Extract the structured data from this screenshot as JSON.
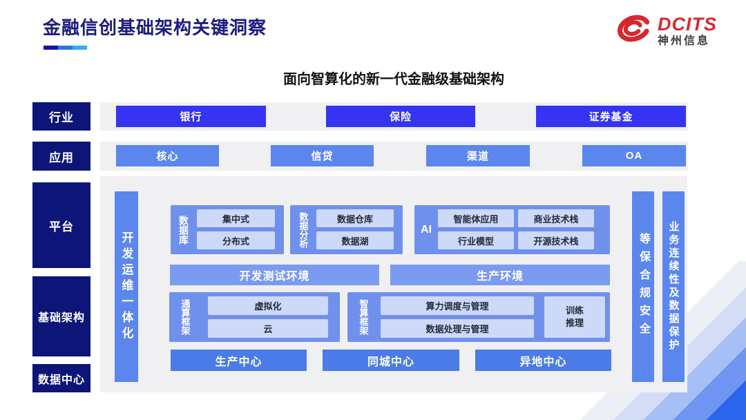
{
  "title": "金融信创基础架构关键洞察",
  "subtitle": "面向智算化的新一代金融级基础架构",
  "logo": {
    "brand": "DCITS",
    "company": "神州信息"
  },
  "icons": {
    "logo": "dcits-swirl-icon"
  },
  "colors": {
    "title_navy": "#1b1b7e",
    "underline": [
      "#1313a8",
      "#2e77e0",
      "#38aaf0"
    ],
    "logo_red": "#d7282e",
    "layer_label_navy": "#0d1578",
    "industry_blue": "#3434f2",
    "application_blue": "#5b86ee",
    "group_blue": "#7090ee",
    "inner_light_blue": "#cdd9f8",
    "env_bar_blue": "#7b9af1",
    "center_bar_blue": "#4a7be8",
    "band_gray": "#f0f0f2",
    "deco_deep_blue": "#2a65ec"
  },
  "industry": {
    "label": "行业",
    "items": [
      "银行",
      "保险",
      "证券基金"
    ]
  },
  "application": {
    "label": "应用",
    "items": [
      "核心",
      "信贷",
      "渠道",
      "OA"
    ]
  },
  "layers": {
    "platform": "平台",
    "infrastructure": "基础架构",
    "datacenter": "数据中心"
  },
  "devops_bar": "开发运维一体化",
  "security_bar": "等保合规安全",
  "continuity_bar": "业务连续性及数据保护",
  "database_group": {
    "label": "数据库",
    "items": [
      "集中式",
      "分布式"
    ]
  },
  "analytics_group": {
    "label": "数据分析",
    "items": [
      "数据仓库",
      "数据湖"
    ]
  },
  "ai_group": {
    "label": "AI",
    "items": [
      "智能体应用",
      "商业技术栈",
      "行业模型",
      "开源技术栈"
    ]
  },
  "env_bars": [
    "开发测试环境",
    "生产环境"
  ],
  "general_compute": {
    "label": "通算框架",
    "items": [
      "虚拟化",
      "云"
    ]
  },
  "ai_compute": {
    "label": "智算框架",
    "items": [
      "算力调度与管理",
      "数据处理与管理"
    ],
    "side_item_lines": [
      "训练",
      "推理"
    ]
  },
  "centers": [
    "生产中心",
    "同城中心",
    "异地中心"
  ]
}
